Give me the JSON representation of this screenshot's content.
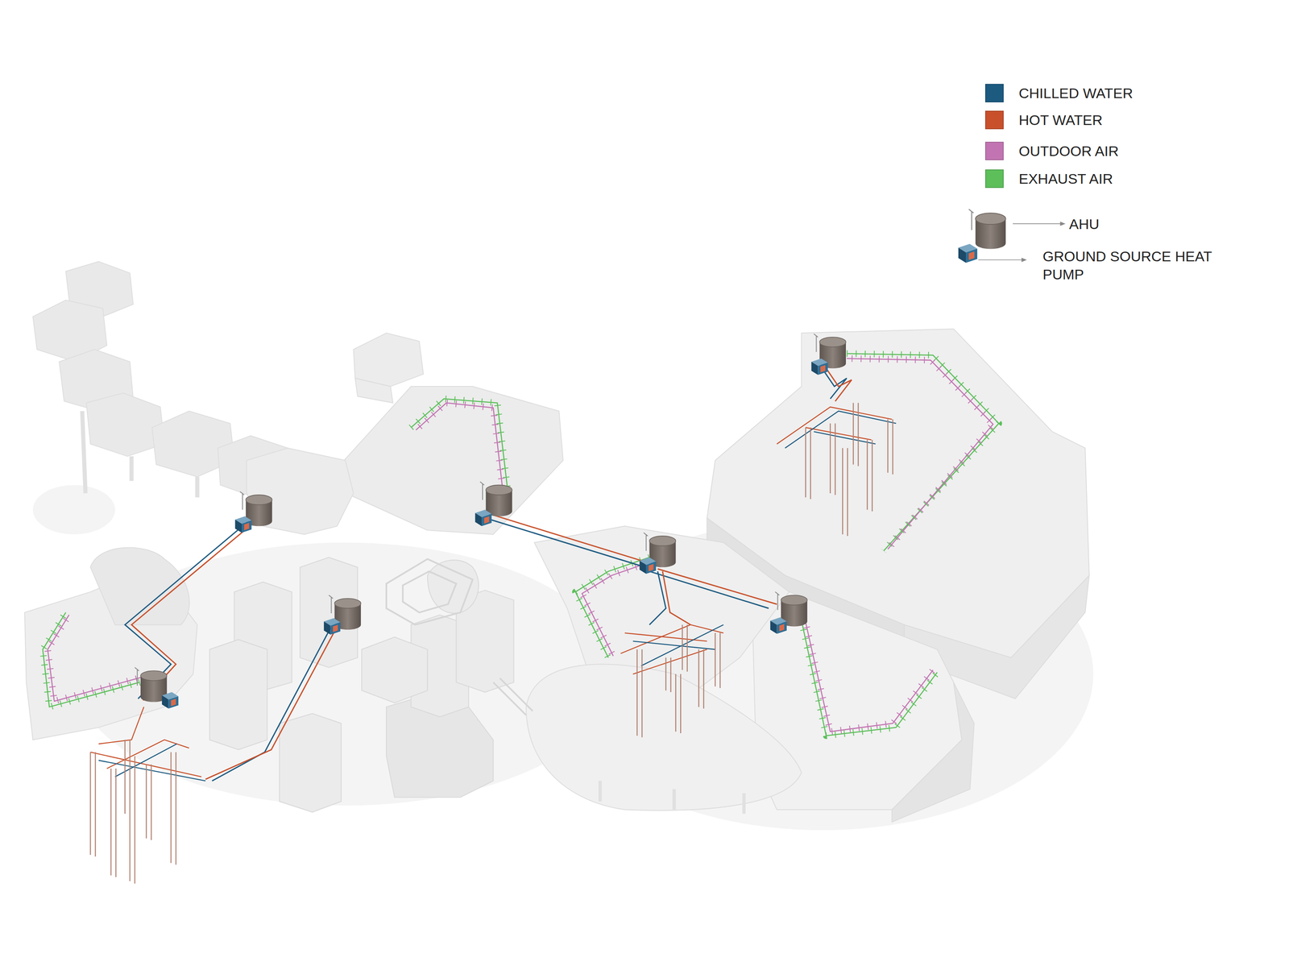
{
  "diagram": {
    "legend": [
      {
        "text": "CHILLED WATER",
        "color": "#1c5a80"
      },
      {
        "text": "HOT WATER",
        "color": "#c8502a"
      },
      {
        "text": "OUTDOOR AIR",
        "color": "#c274b2"
      },
      {
        "text": "EXHAUST AIR",
        "color": "#5cbf5a"
      },
      {
        "text": "AHU"
      },
      {
        "text": "GROUND SOURCE HEAT PUMP"
      }
    ]
  }
}
